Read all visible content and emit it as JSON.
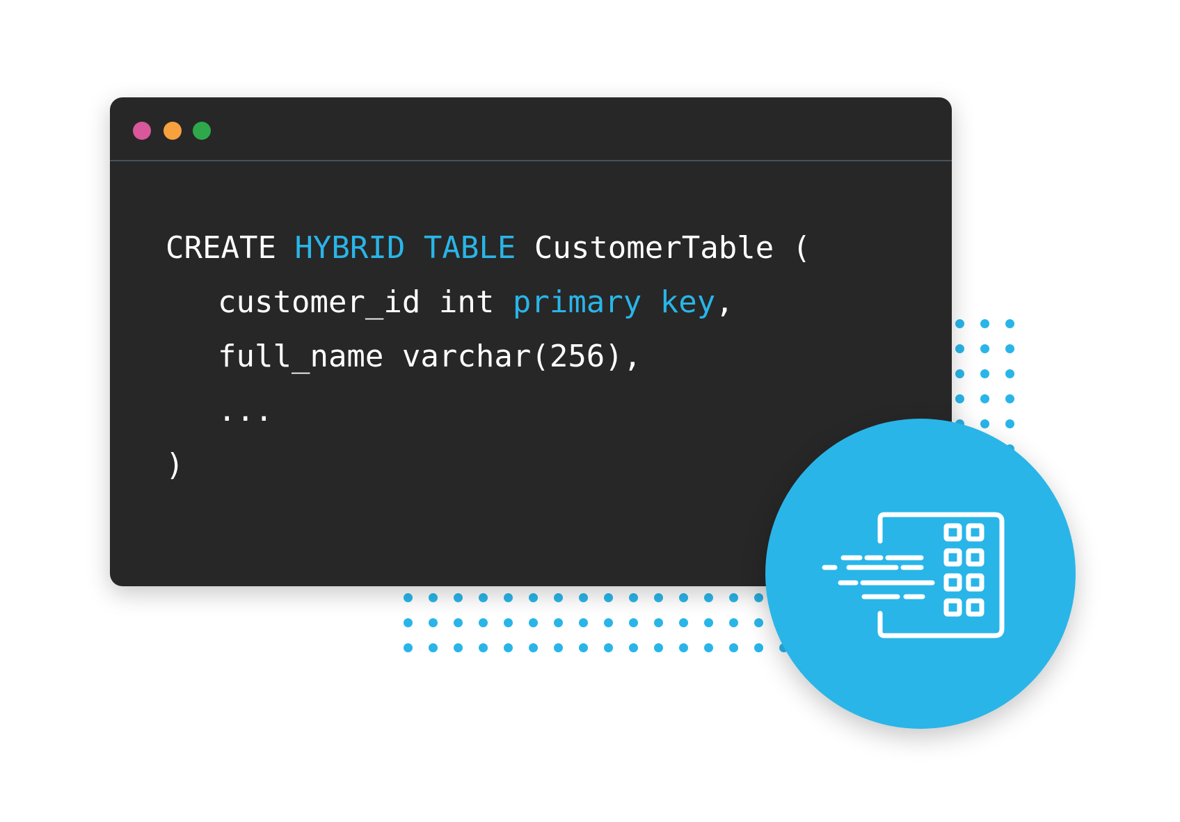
{
  "colors": {
    "background": "#ffffff",
    "window_bg": "#272727",
    "divider": "#48525a",
    "code_text": "#ffffff",
    "keyword": "#29b5e8",
    "dot": "#29b5e8",
    "circle": "#29b5e8",
    "icon_stroke": "#ffffff",
    "traffic_red": "#d9579b",
    "traffic_yellow": "#f8a13f",
    "traffic_green": "#2ea84b"
  },
  "window": {
    "traffic_lights": [
      "close-dot",
      "minimize-dot",
      "maximize-dot"
    ]
  },
  "code": {
    "line1": {
      "create": "CREATE ",
      "hybrid": "HYBRID",
      "space": " ",
      "table": "TABLE",
      "rest": " CustomerTable ("
    },
    "line2": {
      "start": "customer_id int ",
      "primary": "primary",
      "space": " ",
      "key": "key",
      "end": ","
    },
    "line3": "full_name varchar(256),",
    "line4": "...",
    "line5": ")"
  },
  "badge": {
    "icon": "hybrid-table-icon"
  }
}
